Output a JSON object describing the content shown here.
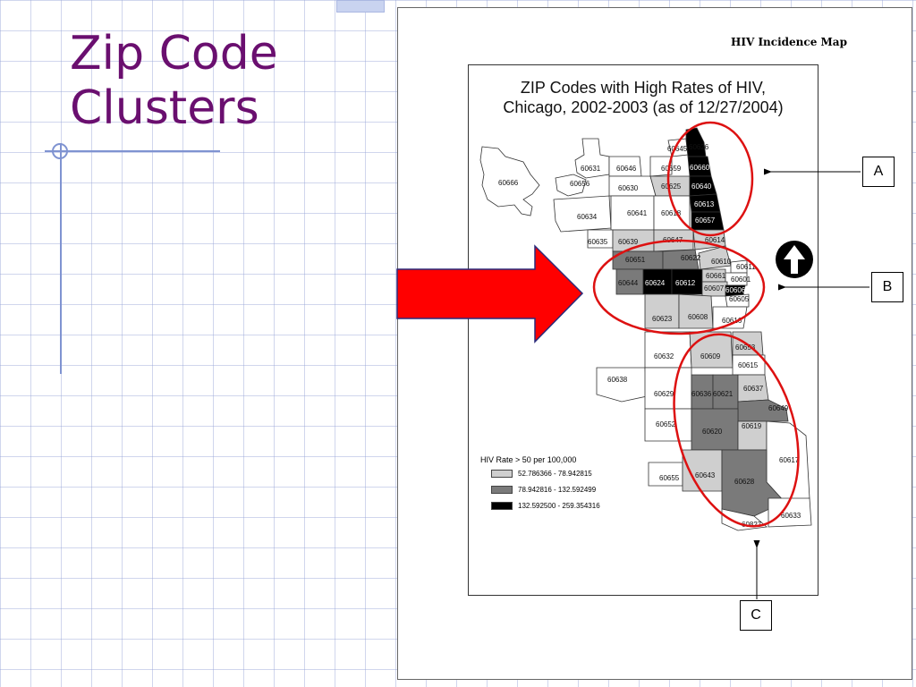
{
  "slide": {
    "title_line1": "Zip Code",
    "title_line2": "Clusters"
  },
  "document": {
    "heading": "HIV Incidence Map",
    "map_title_line1": "ZIP Codes with High Rates of HIV,",
    "map_title_line2": "Chicago, 2002-2003 (as of 12/27/2004)"
  },
  "legend": {
    "title": "HIV Rate > 50 per 100,000",
    "items": [
      {
        "label": "52.786366 - 78.942815",
        "color": "#cfcfcf"
      },
      {
        "label": "78.942816 - 132.592499",
        "color": "#7a7a7a"
      },
      {
        "label": "132.592500 - 259.354316",
        "color": "#000000"
      }
    ]
  },
  "callouts": {
    "a": "A",
    "b": "B",
    "c": "C"
  },
  "colors": {
    "title": "#6a0f6f",
    "arrow_fill": "#ff0000",
    "arrow_outline": "#2a2a7a",
    "cluster_ellipse": "#dd1111",
    "grid_line": "#96a5d7",
    "zone_light": "#cfcfcf",
    "zone_medium": "#7a7a7a",
    "zone_high": "#000000"
  },
  "icons": {
    "north_arrow": "north-arrow-icon",
    "pointer_arrow": "right-arrow-icon"
  },
  "zip_labels": {
    "z60645": "60645",
    "z60626": "60626",
    "z60631": "60631",
    "z60646": "60646",
    "z60659": "60659",
    "z60660": "60660",
    "z60666": "60666",
    "z60656": "60656",
    "z60630": "60630",
    "z60625": "60625",
    "z60640": "60640",
    "z60613": "60613",
    "z60634": "60634",
    "z60641": "60641",
    "z60618": "60618",
    "z60657": "60657",
    "z60635": "60635",
    "z60639": "60639",
    "z60647": "60647",
    "z60614": "60614",
    "z60651": "60651",
    "z60622": "60622",
    "z60610": "60610",
    "z60611": "60611",
    "z60644": "60644",
    "z60624": "60624",
    "z60612": "60612",
    "z60661": "60661",
    "z60601": "60601",
    "z60607": "60607",
    "z60606": "60606",
    "z60605": "60605",
    "z60623": "60623",
    "z60608": "60608",
    "z60616": "60616",
    "z60653": "60653",
    "z60632": "60632",
    "z60609": "60609",
    "z60615": "60615",
    "z60638": "60638",
    "z60629": "60629",
    "z60636": "60636",
    "z60621": "60621",
    "z60637": "60637",
    "z60649": "60649",
    "z60652": "60652",
    "z60620": "60620",
    "z60619": "60619",
    "z60617": "60617",
    "z60655": "60655",
    "z60643": "60643",
    "z60628": "60628",
    "z60633": "60633",
    "z60827": "60827"
  }
}
